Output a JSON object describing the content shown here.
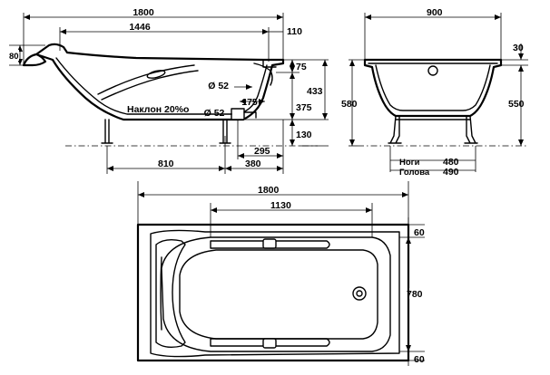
{
  "side_view": {
    "overall_length": "1800",
    "inner_length": "1446",
    "rim_offset": "110",
    "head_height": "80",
    "slope_label": "Наклон 20%o",
    "drain_diameter_top": "Ø 52",
    "drain_diameter_bottom": "Ø 52",
    "drain_offset": "175",
    "rim_depth": "75",
    "inner_depth": "433",
    "depth_to_drain": "375",
    "foot_height": "130",
    "drain_to_end": "295",
    "leg_distance": "810",
    "leg_to_end": "380"
  },
  "end_view": {
    "width": "900",
    "rim_thickness": "30",
    "total_height": "580",
    "inner_height": "550",
    "legs_label": "Ноги",
    "head_label": "Голова",
    "legs_value": "480",
    "head_value": "490"
  },
  "top_view": {
    "overall_length": "1800",
    "inner_length": "1130",
    "top_margin": "60",
    "width": "780",
    "bottom_margin": "60"
  }
}
